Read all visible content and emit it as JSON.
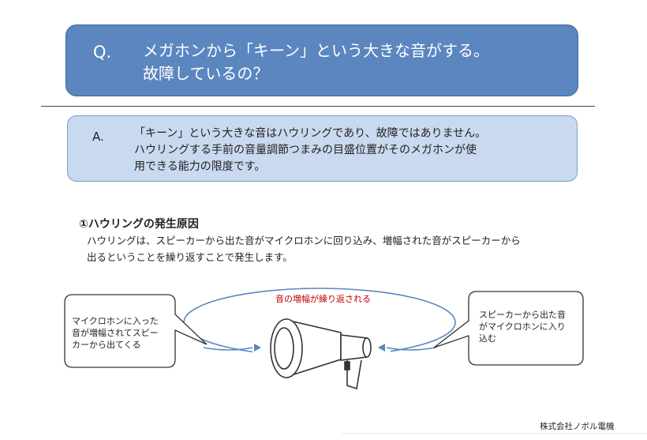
{
  "question": {
    "label": "Q.",
    "text": "メガホンから「キーン」という大きな音がする。\n故障しているの？"
  },
  "answer": {
    "label": "A.",
    "text": "「キーン」という大きな音はハウリングであり、故障ではありません。\nハウリングする手前の音量調節つまみの目盛位置がそのメガホンが使\n用できる能力の限度です。"
  },
  "section": {
    "title": "①ハウリングの発生原因",
    "body": "ハウリングは、スピーカーから出た音がマイクロホンに回り込み、増幅された音がスピーカーから\n出るということを繰り返すことで発生します。"
  },
  "diagram": {
    "loop_label": "音の増幅が繰り返される",
    "left_bubble": "マイクロホンに入った\n音が増幅されてスピー\nカーから出てくる",
    "right_bubble": "スピーカーから出た音\nがマイクロホンに入り\n込む"
  },
  "footer": {
    "company": "株式会社ノボル電機"
  },
  "colors": {
    "question_box": "#5b86c0",
    "answer_box": "#c9d9ef",
    "loop_stroke": "#5b86c0",
    "loop_label": "#c00000"
  }
}
